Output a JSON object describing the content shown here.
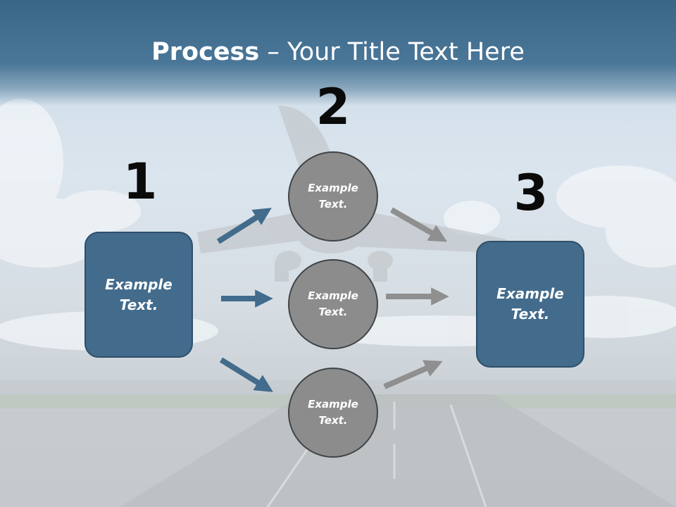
{
  "title": {
    "bold": "Process",
    "rest": " – Your Title Text Here"
  },
  "steps": {
    "n1": "1",
    "n2": "2",
    "n3": "3"
  },
  "left_box": {
    "line1": "Example",
    "line2": "Text."
  },
  "right_box": {
    "line1": "Example",
    "line2": "Text."
  },
  "circles": [
    {
      "line1": "Example",
      "line2": "Text."
    },
    {
      "line1": "Example",
      "line2": "Text."
    },
    {
      "line1": "Example",
      "line2": "Text."
    }
  ],
  "colors": {
    "box": "#426b8c",
    "circle": "#8c8c8c",
    "arrow_blue": "#426b8c",
    "arrow_gray": "#8f8f8f",
    "title_bar": "#3f6a8a"
  }
}
